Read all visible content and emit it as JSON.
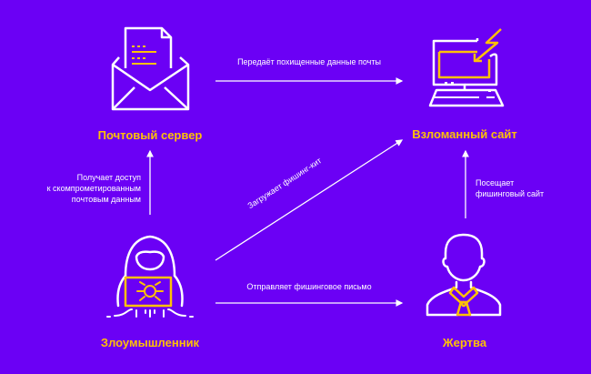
{
  "colors": {
    "background": "#6b00f5",
    "accent": "#ffc107",
    "line": "#ffffff"
  },
  "nodes": {
    "mail_server": {
      "label": "Почтовый сервер",
      "icon": "envelope-document-icon"
    },
    "hacked_site": {
      "label": "Взломанный сайт",
      "icon": "laptop-lightning-icon"
    },
    "attacker": {
      "label": "Злоумышленник",
      "icon": "hooded-hacker-icon"
    },
    "victim": {
      "label": "Жертва",
      "icon": "person-tie-icon"
    }
  },
  "edges": {
    "server_to_site": "Передаёт похищенные данные почты",
    "attacker_to_server": [
      "Получает доступ",
      "к скомпрометированным",
      "почтовым данным"
    ],
    "attacker_to_site": "Загружает фишинг-кит",
    "victim_to_site": [
      "Посещает",
      "фишинговый сайт"
    ],
    "attacker_to_victim": "Отправляет фишинговое письмо"
  }
}
